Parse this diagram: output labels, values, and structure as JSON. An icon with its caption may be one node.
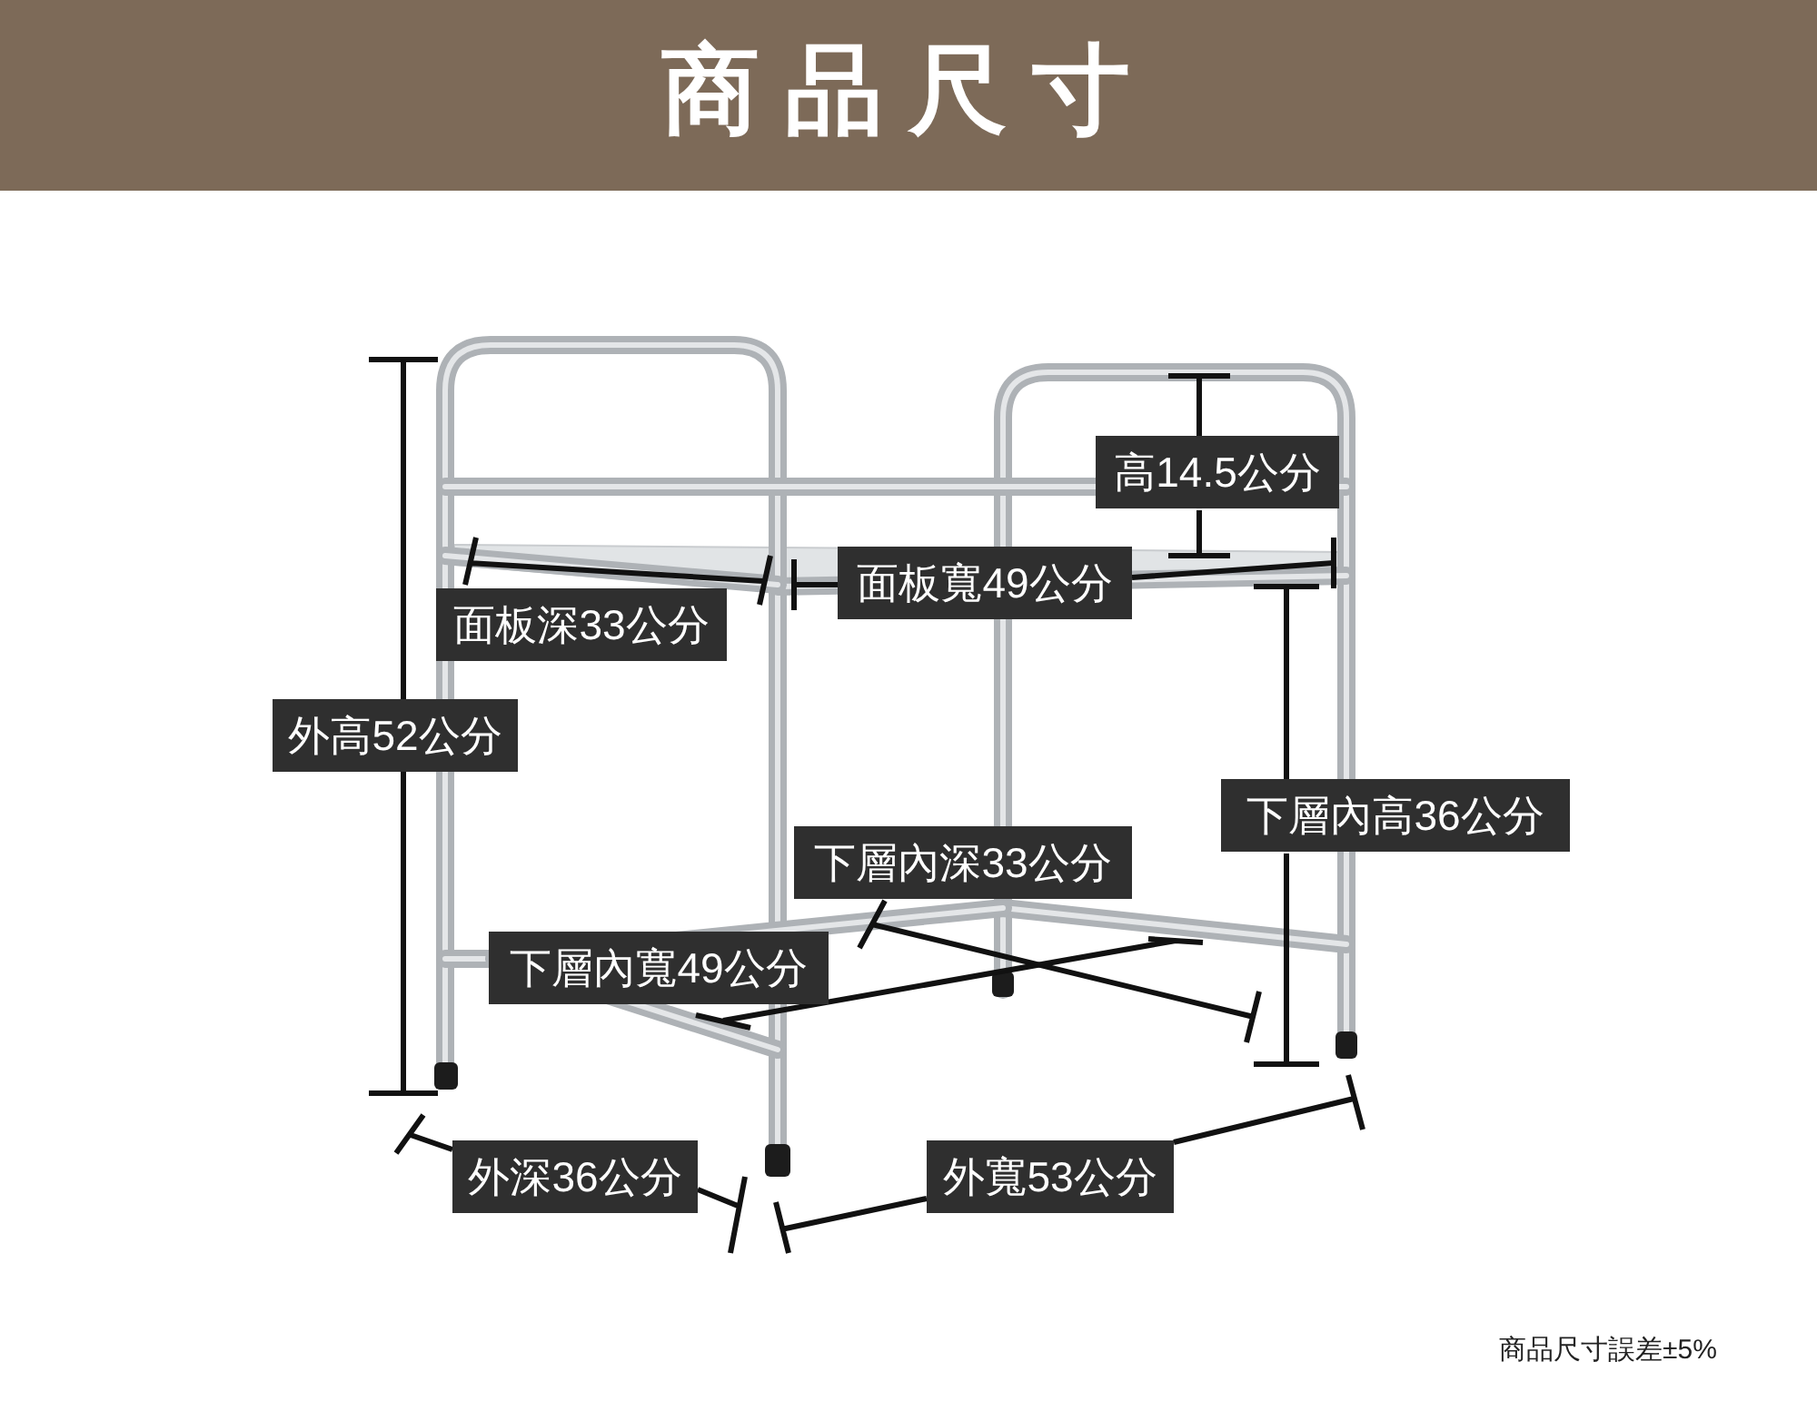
{
  "diagram": {
    "title": "商品尺寸",
    "labels": [
      "高14.5公分",
      "面板寬49公分",
      "面板深33公分",
      "外高52公分",
      "下層內高36公分",
      "下層內深33公分",
      "下層內寬49公分",
      "外深36公分",
      "外寬53公分",
      "商品尺寸誤差±5%"
    ]
  }
}
